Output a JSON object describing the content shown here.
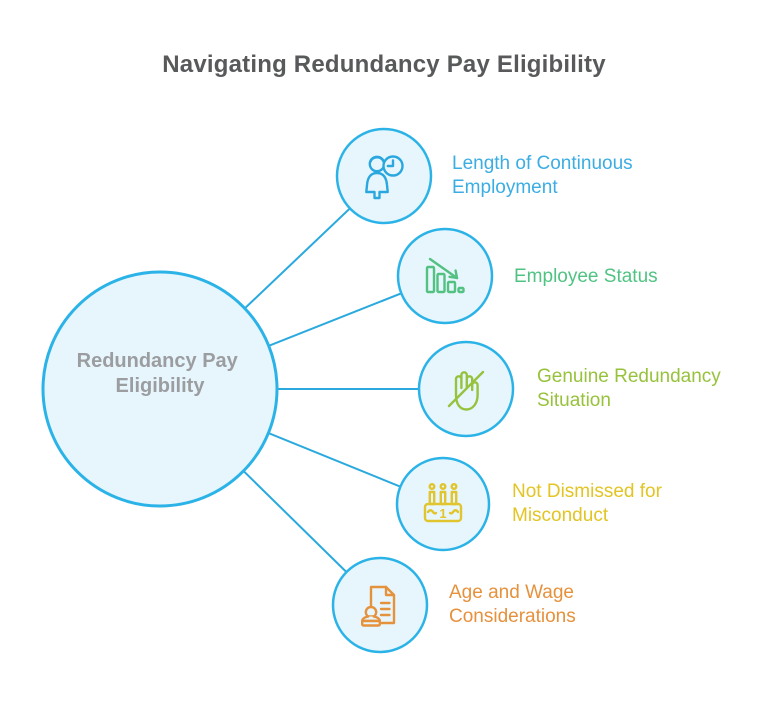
{
  "title": "Navigating Redundancy Pay Eligibility",
  "title_color": "#58595b",
  "connector_color": "#29a9de",
  "center": {
    "label_lines": [
      "Redundancy Pay",
      "Eligibility"
    ],
    "fill": "#e7f6fd",
    "stroke": "#2bb3e8",
    "text_color": "#9b9da0"
  },
  "node_circle": {
    "fill": "#e7f6fd",
    "stroke": "#2bb3e8"
  },
  "nodes": [
    {
      "icon": "person-with-clock",
      "label_lines": [
        "Length of Continuous",
        "Employment"
      ],
      "label_color": "#3bade3",
      "icon_color": "#2ba7df"
    },
    {
      "icon": "declining-bar-chart",
      "label_lines": [
        "Employee Status"
      ],
      "label_color": "#50c383",
      "icon_color": "#52c181"
    },
    {
      "icon": "no-hand",
      "label_lines": [
        "Genuine Redundancy",
        "Situation"
      ],
      "label_color": "#97c23c",
      "icon_color": "#96c23e"
    },
    {
      "icon": "birthday-cake",
      "label_lines": [
        "Not Dismissed for",
        "Misconduct"
      ],
      "label_color": "#e2c524",
      "icon_color": "#e0c52e"
    },
    {
      "icon": "document-with-stamp",
      "label_lines": [
        "Age and Wage",
        "Considerations"
      ],
      "label_color": "#e6913c",
      "icon_color": "#e5923d"
    }
  ],
  "cake_number": "1"
}
